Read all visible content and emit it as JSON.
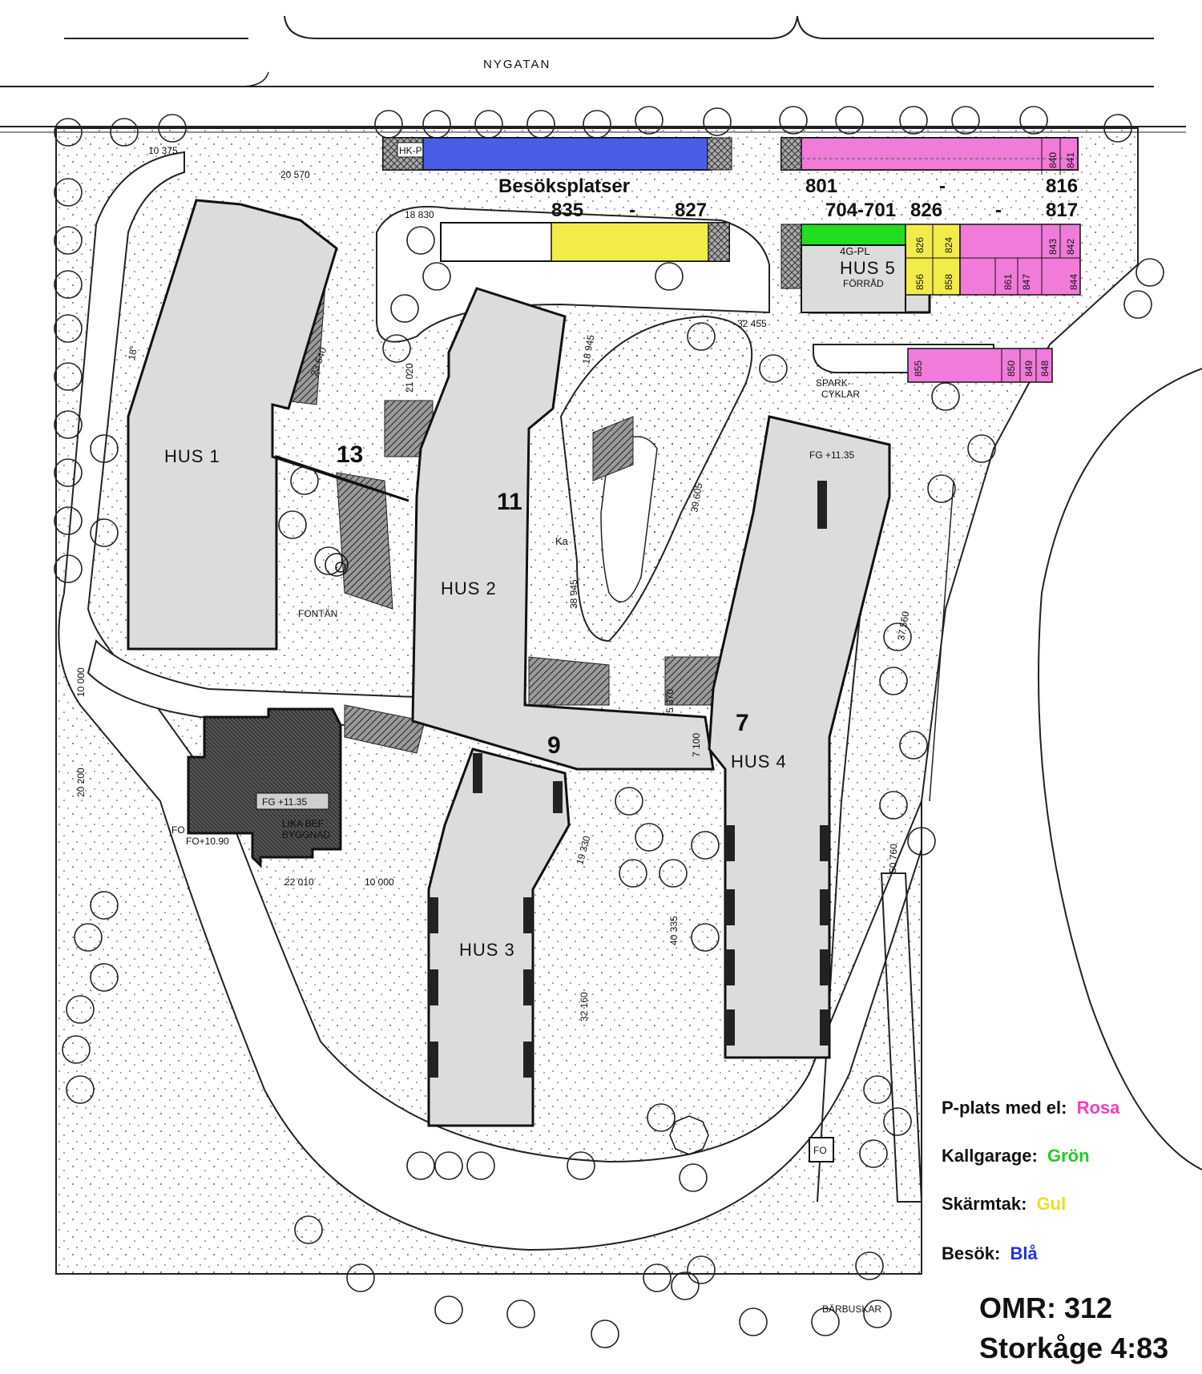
{
  "street": "NYGATAN",
  "houses": {
    "hus1": "HUS 1",
    "hus2": "HUS 2",
    "hus3": "HUS 3",
    "hus4": "HUS 4",
    "hus5": "HUS 5",
    "hus5_top": "4G-PL",
    "hus5_sub": "FÖRRÅD"
  },
  "entrances": {
    "e13": "13",
    "e11": "11",
    "e9": "9",
    "e7": "7"
  },
  "parking_labels": {
    "visitors": "Besöksplatser",
    "range_835": "835",
    "dash1": "-",
    "range_827": "827",
    "range_801": "801",
    "dash2": "-",
    "range_816": "816",
    "range_704": "704-701",
    "range_826": "826",
    "dash3": "-",
    "range_817": "817",
    "hk_p": "HK-P"
  },
  "spot_numbers": {
    "s840": "840",
    "s841": "841",
    "s843": "843",
    "s842": "842",
    "s826": "826",
    "s824": "824",
    "s856": "856",
    "s858": "858",
    "s861": "861",
    "s847": "847",
    "s844": "844",
    "s855": "855",
    "s850": "850",
    "s849": "849",
    "s848": "848"
  },
  "site_labels": {
    "fontan": "FONTÄN",
    "ka": "Ka",
    "spark": "SPARK-",
    "cyklar": "CYKLAR",
    "lika1": "LIKA BEF",
    "lika2": "BYGGNAD",
    "fg_hus4": "FG +11.35",
    "fg_lika": "FG +11.35",
    "fo_a": "FO",
    "fo_b": "FO+10.90",
    "fo_c": "FO",
    "barbuskar": "BÄRBUSKAR"
  },
  "dimensions": {
    "d1": "10 375",
    "d2": "20 570",
    "d3": "18 830",
    "d4": "23 540",
    "d5": "21 020",
    "d6": "18 945",
    "d7": "32 455",
    "d8": "39 605",
    "d9": "38 945",
    "d10": "37 560",
    "d11": "50 760",
    "d12": "40 335",
    "d13": "32 160",
    "d14": "19 330",
    "d15": "22 010",
    "d16": "10 000",
    "d17": "20 200",
    "d18": "10 000",
    "d19": "7 100",
    "d20": "5 370",
    "d21": "18°"
  },
  "legend": {
    "row1_label": "P-plats med el:",
    "row1_value": "Rosa",
    "row2_label": "Kallgarage:",
    "row2_value": "Grön",
    "row3_label": "Skärmtak:",
    "row3_value": "Gul",
    "row4_label": "Besök:",
    "row4_value": "Blå"
  },
  "area": {
    "omr": "OMR: 312",
    "name": "Storkåge 4:83"
  },
  "colors": {
    "rosa": "#f07bd8",
    "gron": "#22dd22",
    "gul": "#f2ec4a",
    "bla": "#4a5de6",
    "building": "#dcdcdc",
    "lika": "#6e6e6e",
    "legend_rosa": "#f040c0",
    "legend_gron": "#22cc22",
    "legend_gul": "#e8e020",
    "legend_bla": "#2233dd"
  }
}
